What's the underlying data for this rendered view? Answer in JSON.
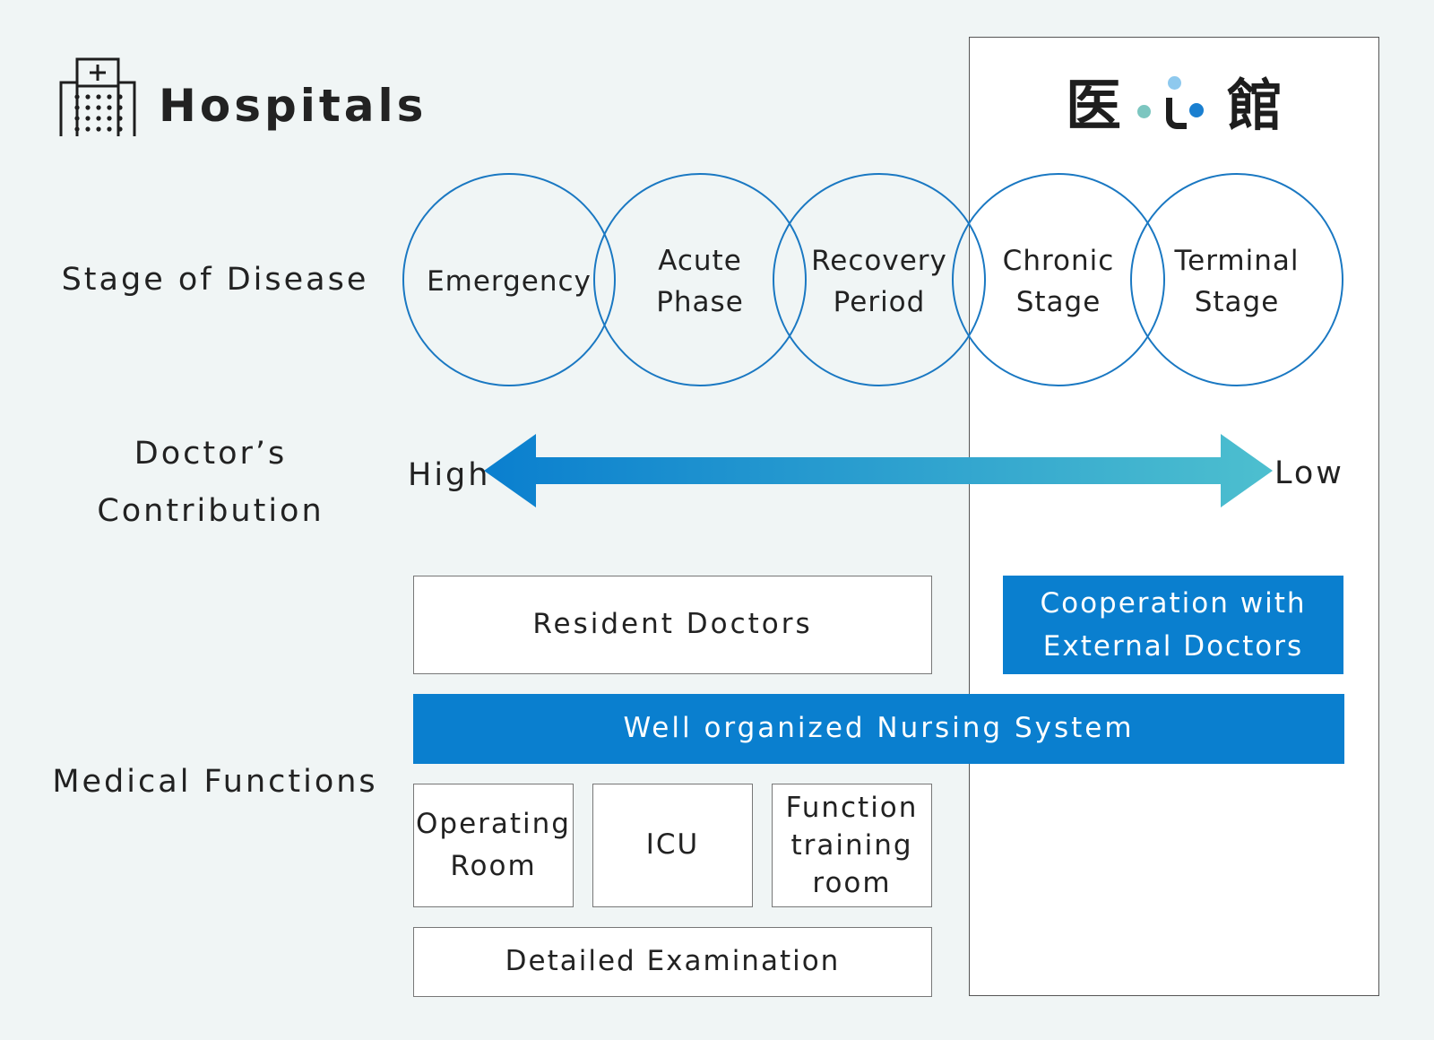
{
  "header": {
    "title": "Hospitals"
  },
  "logo": {
    "char_left": "医",
    "char_right": "館"
  },
  "rows": {
    "stage": "Stage of Disease",
    "doctor_line1": "Doctor’s",
    "doctor_line2": "Contribution",
    "medical": "Medical Functions"
  },
  "stages": [
    {
      "line1": "Emergency",
      "line2": ""
    },
    {
      "line1": "Acute",
      "line2": "Phase"
    },
    {
      "line1": "Recovery",
      "line2": "Period"
    },
    {
      "line1": "Chronic",
      "line2": "Stage"
    },
    {
      "line1": "Terminal",
      "line2": "Stage"
    }
  ],
  "arrow": {
    "high": "High",
    "low": "Low"
  },
  "boxes": {
    "resident": "Resident Doctors",
    "coop_line1": "Cooperation with",
    "coop_line2": "External Doctors",
    "nursing": "Well organized Nursing System",
    "or_line1": "Operating",
    "or_line2": "Room",
    "icu": "ICU",
    "func_line1": "Function",
    "func_line2": "training",
    "func_line3": "room",
    "detail": "Detailed Examination"
  },
  "colors": {
    "background": "#f0f5f5",
    "panel": "#ffffff",
    "circle_stroke": "#1a78c2",
    "filled_box": "#0a7fcf",
    "arrow_start": "#0a7fcf",
    "arrow_end": "#4dbfcf",
    "logo_dot_light": "#8ec9ee",
    "logo_dot_teal": "#7cc6c0",
    "logo_dot_blue": "#1a7fd0"
  }
}
